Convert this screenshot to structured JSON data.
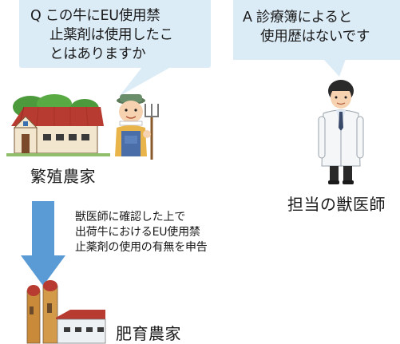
{
  "question_bubble": {
    "lines": [
      "Q この牛にEU使用禁",
      "止薬剤は使用したこ",
      "とはありますか"
    ]
  },
  "answer_bubble": {
    "lines": [
      "A 診療簿によると",
      "使用歴はないです"
    ]
  },
  "breeding_farm": {
    "label": "繁殖農家"
  },
  "veterinarian": {
    "label": "担当の獣医師"
  },
  "flow_note": {
    "lines": [
      "獣医師に確認した上で",
      "出荷牛におけるEU使用禁",
      "止薬剤の使用の有無を申告"
    ]
  },
  "fattening_farm": {
    "label": "肥育農家"
  },
  "colors": {
    "bubble": "#dcecf7",
    "arrow": "#5b9bd5",
    "barn_roof": "#b73b30",
    "silo": "#c98a3a"
  }
}
